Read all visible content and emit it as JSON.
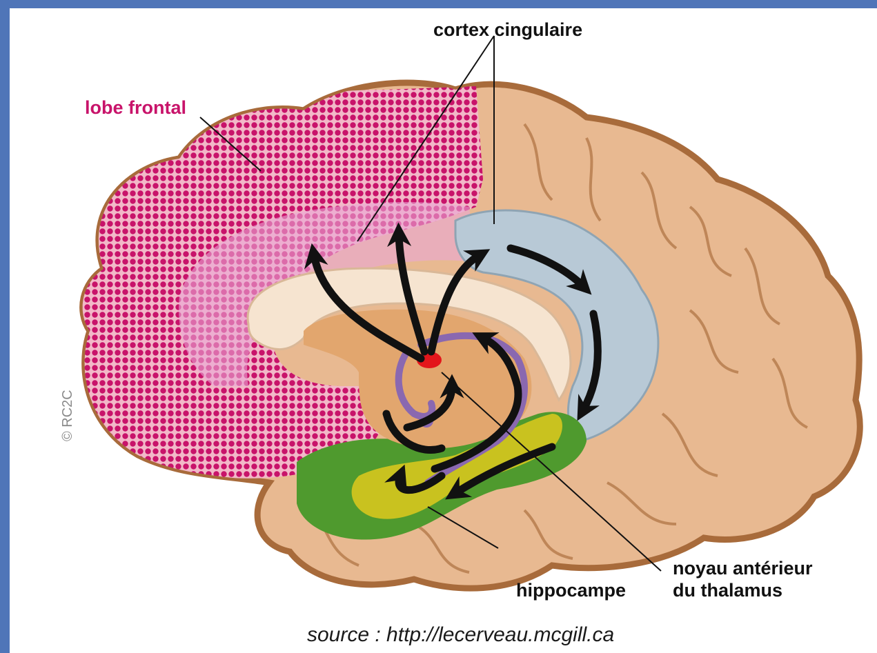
{
  "labels": {
    "cortex_cingulaire": "cortex cingulaire",
    "lobe_frontal": "lobe frontal",
    "noyau_line1": "noyau antérieur",
    "noyau_line2": "du thalamus",
    "hippocampe": "hippocampe"
  },
  "source": "source : http://lecerveau.mcgill.ca",
  "copyright": "© RC2C",
  "colors": {
    "frame_border": "#4f75b8",
    "brain_fill": "#e8b991",
    "brain_outline": "#a86b3b",
    "frontal_dots": "#c8136a",
    "cingulate_blue": "#b8c9d6",
    "corpus_callosum": "#f6e4d0",
    "hippocampus_green": "#4f9a2e",
    "hippocampus_yellow": "#c9c21f",
    "thalamus_red": "#e3161b",
    "fornix_purple": "#8a68b0",
    "frontal_label": "#c8136a",
    "arrows": "#111111"
  }
}
